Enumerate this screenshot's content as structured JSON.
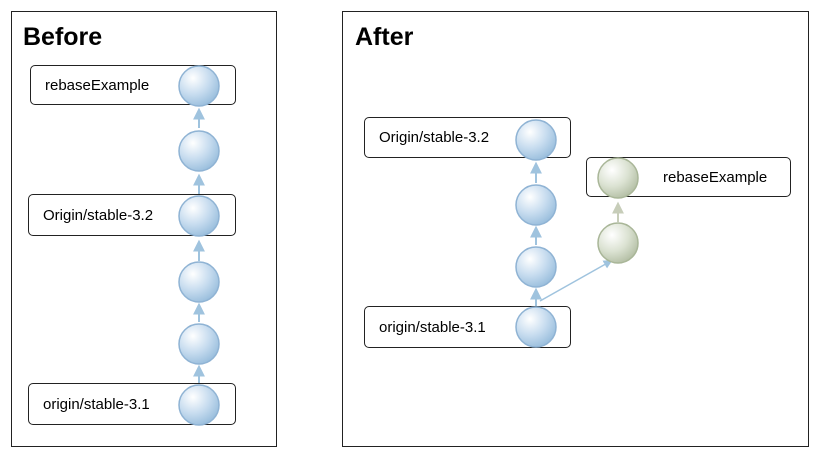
{
  "before": {
    "title": "Before",
    "labels": {
      "rebase": "rebaseExample",
      "stable32": "Origin/stable-3.2",
      "stable31": "origin/stable-3.1"
    },
    "commit_count": 6
  },
  "after": {
    "title": "After",
    "labels": {
      "stable32": "Origin/stable-3.2",
      "stable31": "origin/stable-3.1",
      "rebase": "rebaseExample"
    },
    "main_commit_count": 4,
    "rebased_commit_count": 2
  },
  "colors": {
    "commit_fill": "#c7dcef",
    "commit_stroke": "#8fb3d4",
    "rebased_fill": "#d5dccb",
    "rebased_stroke": "#a9b698",
    "arrow": "#9fc3de",
    "rebased_arrow": "#c7cdb9"
  }
}
